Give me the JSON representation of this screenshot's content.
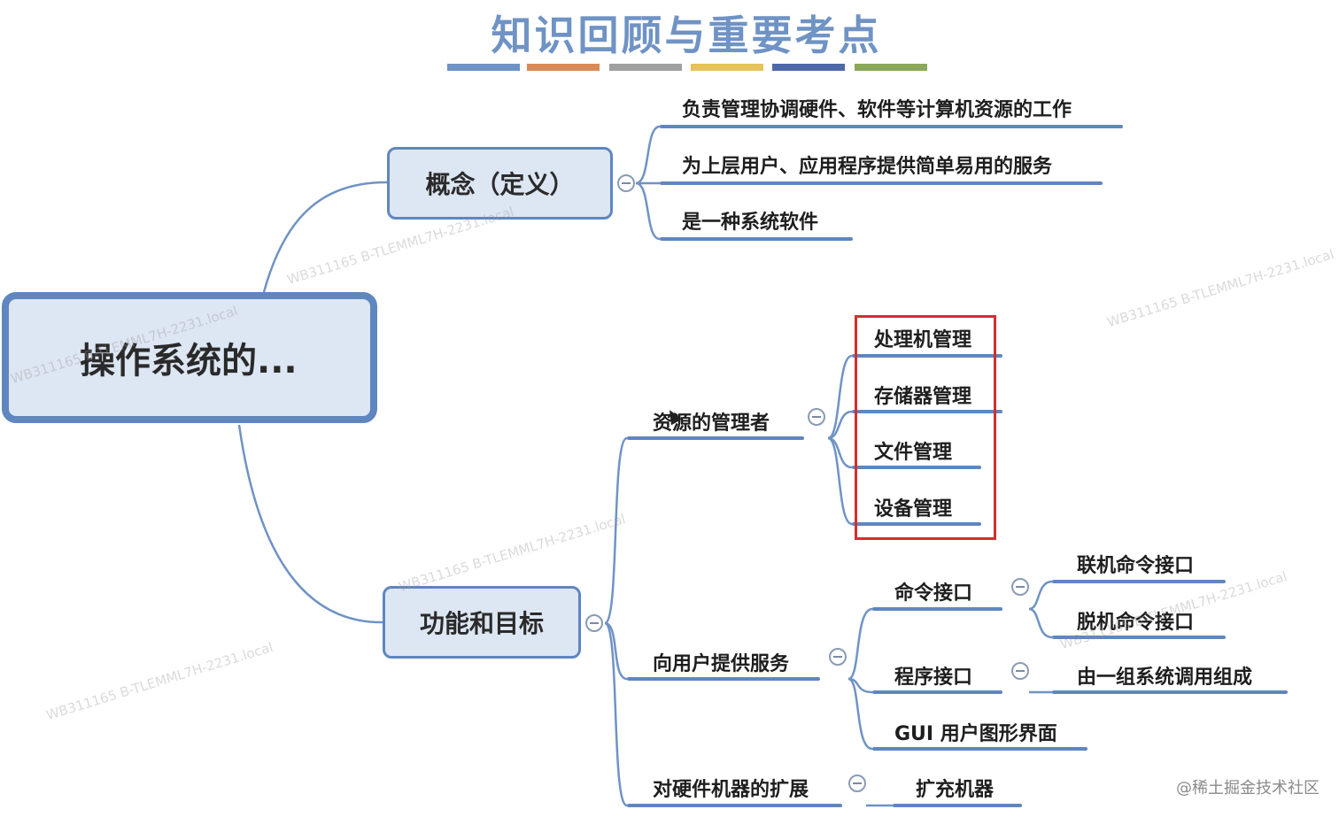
{
  "title": "知识回顾与重要考点",
  "colors": {
    "title_bars": [
      "#6f93c4",
      "#d98a5a",
      "#a0a0a0",
      "#e6c25a",
      "#4f68a8",
      "#8aa85a"
    ],
    "node_fill": "#dde6f3",
    "node_border": "#5f86bf",
    "highlight_box": "#d32f2f"
  },
  "root": {
    "label": "操作系统的..."
  },
  "concept": {
    "label": "概念（定义）",
    "items": [
      "负责管理协调硬件、软件等计算机资源的工作",
      "为上层用户、应用程序提供简单易用的服务",
      "是一种系统软件"
    ]
  },
  "functions": {
    "label": "功能和目标",
    "resource_manager": {
      "label": "资源的管理者",
      "items": [
        "处理机管理",
        "存储器管理",
        "文件管理",
        "设备管理"
      ]
    },
    "user_services": {
      "label": "向用户提供服务",
      "command_interface": {
        "label": "命令接口",
        "items": [
          "联机命令接口",
          "脱机命令接口"
        ]
      },
      "program_interface": {
        "label": "程序接口",
        "detail": "由一组系统调用组成"
      },
      "gui": {
        "label": "GUI 用户图形界面"
      }
    },
    "hardware_extension": {
      "label": "对硬件机器的扩展",
      "items": [
        "扩充机器"
      ]
    }
  },
  "watermark": "WB311165 B-TLEMML7H-2231.local",
  "site_mark": "@稀土掘金技术社区",
  "icons": [
    "collapse-icon",
    "cursor-icon"
  ]
}
